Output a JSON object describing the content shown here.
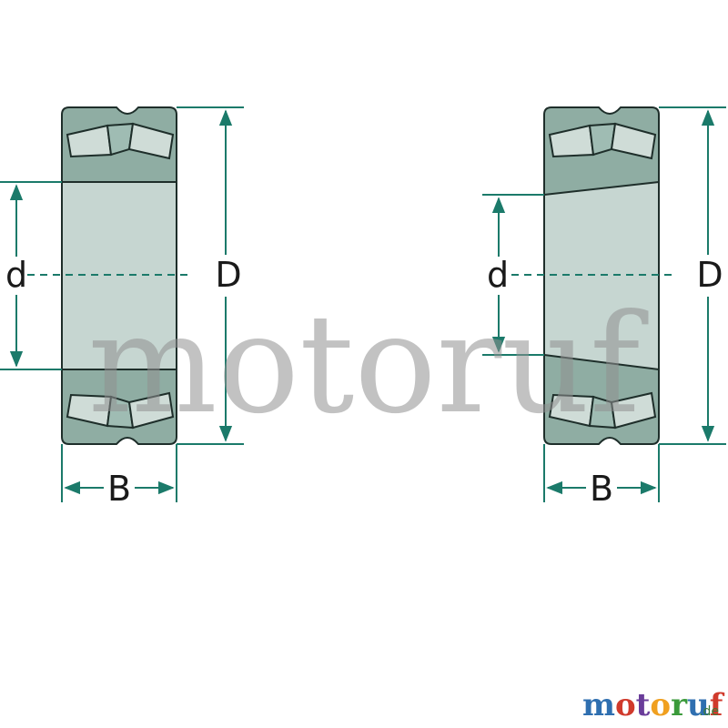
{
  "diagram": {
    "left_bearing": {
      "bore_label": "d",
      "outer_label": "D",
      "width_label": "B",
      "bore_type": "cylindrical"
    },
    "right_bearing": {
      "bore_label": "d",
      "outer_label": "D",
      "width_label": "B",
      "bore_type": "tapered"
    }
  },
  "watermark": {
    "text": "motoruf"
  },
  "logo": {
    "name": "motoruf",
    "tld": ".de",
    "letter_colors": [
      "#2f6fb0",
      "#d03a2c",
      "#6a3d9a",
      "#f0a020",
      "#3a9a3a",
      "#2f6fb0",
      "#d03a2c"
    ]
  },
  "colors": {
    "dimension_line": "#1b7a6a",
    "ring_fill": "#8fada3",
    "roller_fill": "#cfdcd7",
    "bore_fill": "#c6d6d1",
    "outline": "#1e2e2a"
  }
}
